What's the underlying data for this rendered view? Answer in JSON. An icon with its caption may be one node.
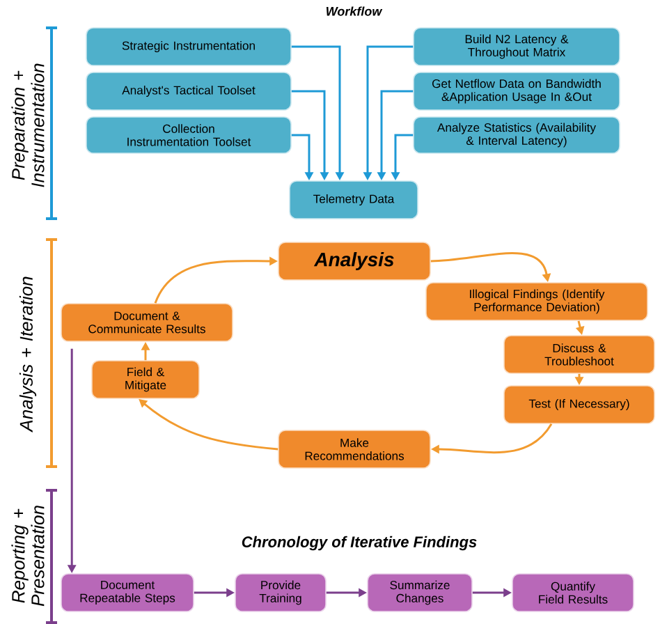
{
  "diagram": {
    "title": "Workflow",
    "nodes": [
      {
        "text": [
          "Strategic Instrumentation"
        ]
      },
      {
        "text": [
          "Analyst's Tactical Toolset"
        ]
      },
      {
        "text": [
          "Collection Instrumentation Toolset"
        ]
      },
      {
        "text": [
          "Build N2 Latency & Throughout Matrix"
        ]
      },
      {
        "text": [
          "Get Netflow Data on Bandwidth &Application Usage In &Out"
        ]
      },
      {
        "text": [
          "Analyze Statistics (Availability & Interval Latency)"
        ]
      },
      {
        "text": [
          "Telemetry Data"
        ]
      },
      {
        "text": [
          "Analysis"
        ]
      },
      {
        "text": [
          "Illogical Findings (Identify Performance Deviation)"
        ]
      },
      {
        "text": [
          "Discuss & Troubleshoot"
        ]
      },
      {
        "text": [
          "Test (If Necessary)"
        ]
      },
      {
        "text": [
          "Make Recommendations"
        ]
      },
      {
        "text": [
          "Field & Mitigate"
        ]
      },
      {
        "text": [
          "Document & Communicate Results"
        ]
      },
      {
        "text": [
          "Document Repeatable Steps"
        ]
      },
      {
        "text": [
          "Provide Training"
        ]
      },
      {
        "text": [
          "Summarize Changes"
        ]
      },
      {
        "text": [
          "Quantify Field Results"
        ]
      }
    ],
    "edges": [
      {
        "from": 0,
        "to": 6,
        "arrow": "to",
        "color": "#1e9ad6"
      },
      {
        "from": 1,
        "to": 6,
        "arrow": "to",
        "color": "#1e9ad6"
      },
      {
        "from": 2,
        "to": 6,
        "arrow": "to",
        "color": "#1e9ad6"
      },
      {
        "from": 3,
        "to": 6,
        "arrow": "to",
        "color": "#1e9ad6"
      },
      {
        "from": 4,
        "to": 6,
        "arrow": "to",
        "color": "#1e9ad6"
      },
      {
        "from": 5,
        "to": 6,
        "arrow": "to",
        "color": "#1e9ad6"
      },
      {
        "from": 7,
        "to": 8,
        "arrow": "to"
      },
      {
        "from": 8,
        "to": 9,
        "arrow": "to"
      },
      {
        "from": 9,
        "to": 10,
        "arrow": "to"
      },
      {
        "from": 10,
        "to": 11,
        "arrow": "to"
      },
      {
        "from": 11,
        "to": 12,
        "arrow": "to"
      },
      {
        "from": 12,
        "to": 13,
        "arrow": "to"
      },
      {
        "from": 13,
        "to": 7,
        "arrow": "to"
      },
      {
        "from": 13,
        "to": 14,
        "arrow": "to",
        "color": "#7b3f8c"
      },
      {
        "from": 14,
        "to": 15,
        "arrow": "to",
        "color": "#7b3f8c"
      },
      {
        "from": 15,
        "to": 16,
        "arrow": "to",
        "color": "#7b3f8c"
      },
      {
        "from": 16,
        "to": 17,
        "arrow": "to",
        "color": "#7b3f8c"
      }
    ],
    "labels": [
      "Preparation + Instrumentation",
      "Analysis + Iteration",
      "Reporting + Presentation",
      "Chronology of Iterative Findings"
    ]
  }
}
